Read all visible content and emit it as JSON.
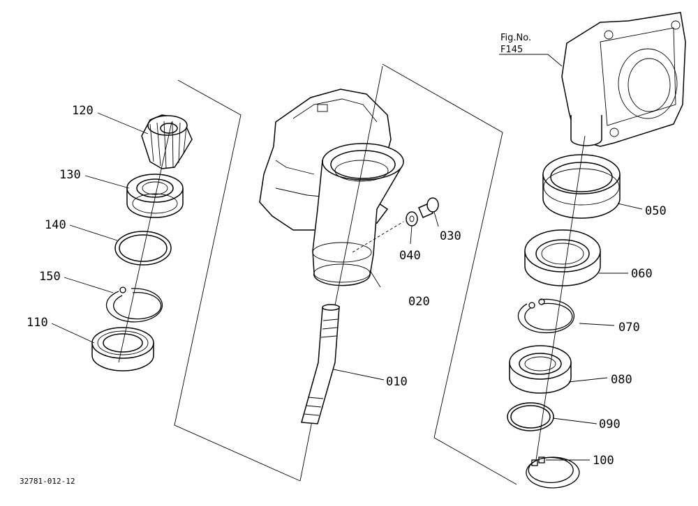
{
  "figure": {
    "ref_title": "Fig.No.",
    "ref_number": "F145"
  },
  "drawing_number": "32781-012-12",
  "callouts": {
    "p120": "120",
    "p130": "130",
    "p140": "140",
    "p150": "150",
    "p110": "110",
    "p020": "020",
    "p040": "040",
    "p030": "030",
    "p010": "010",
    "p050": "050",
    "p060": "060",
    "p070": "070",
    "p080": "080",
    "p090": "090",
    "p100": "100"
  }
}
